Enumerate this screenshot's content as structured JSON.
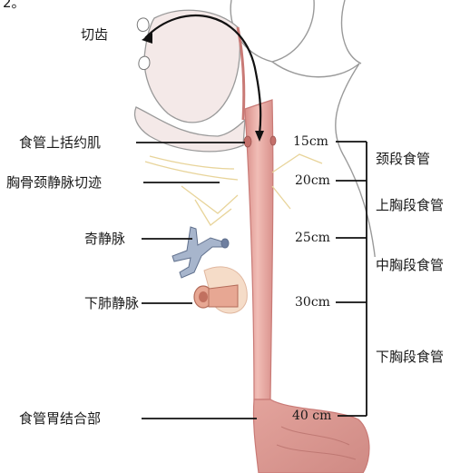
{
  "corner_text": "2。",
  "left_labels": {
    "incisor": "切齿",
    "upper_sphincter": "食管上括约肌",
    "sternal_notch": "胸骨颈静脉切迹",
    "azygos_vein": "奇静脉",
    "pulmonary_vein": "下肺静脉",
    "ge_junction": "食管胃结合部"
  },
  "distance_marks": [
    "15cm",
    "20cm",
    "25cm",
    "30cm",
    "40 cm"
  ],
  "segments": {
    "cervical": "颈段食管",
    "upper_thoracic": "上胸段食管",
    "middle_thoracic": "中胸段食管",
    "lower_thoracic": "下胸段食管"
  },
  "colors": {
    "esophagus": "#e8a7a2",
    "esophagus_dark": "#c97a76",
    "head_outline": "#9a9a9a",
    "vein": "#8a9bb8",
    "vessel_sac": "#e7a793",
    "bone_outline": "#e8d49a",
    "text": "#1a1a1a"
  }
}
